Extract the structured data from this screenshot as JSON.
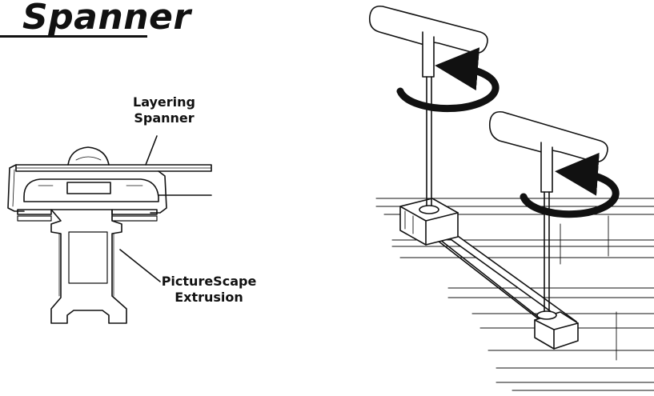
{
  "page": {
    "title": "Spanner"
  },
  "labels": {
    "layering_spanner": [
      "Layering",
      "Spanner"
    ],
    "extrusion": [
      "PictureScape",
      "Extrusion"
    ]
  },
  "illustrations": {
    "cross_section": "extrusion-cross-section-with-spanner",
    "isometric": "spanner-tools-on-rails",
    "rotation_icon": "rotation-arrow-icon"
  },
  "colors": {
    "ink": "#111111",
    "paper": "#ffffff"
  }
}
